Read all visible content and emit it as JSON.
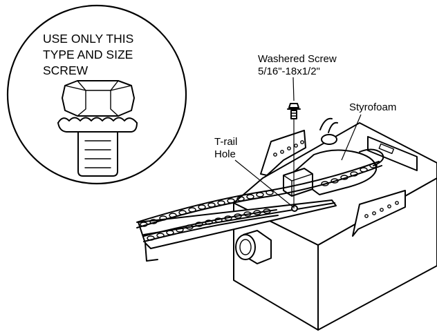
{
  "callout": {
    "line1": "USE ONLY THIS",
    "line2": "TYPE AND SIZE",
    "line3": "SCREW"
  },
  "labels": {
    "screw_line1": "Washered Screw",
    "screw_line2": "5/16\"-18x1/2\"",
    "styrofoam": "Styrofoam",
    "trail_line1": "T-rail",
    "trail_line2": "Hole"
  }
}
